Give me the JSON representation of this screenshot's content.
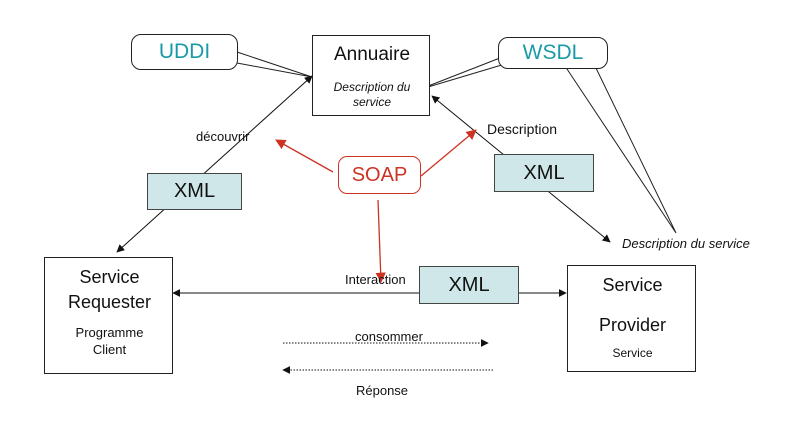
{
  "annuaire": {
    "title": "Annuaire",
    "desc_line1": "Description du",
    "desc_line2": "service"
  },
  "uddi": "UDDI",
  "wsdl": "WSDL",
  "soap": "SOAP",
  "xml": "XML",
  "labels": {
    "decouvrir": "découvrir",
    "description": "Description",
    "description_service": "Description du service",
    "interaction": "Interaction",
    "consommer": "consommer",
    "reponse": "Réponse"
  },
  "requester": {
    "line1": "Service",
    "line2": "Requester",
    "sub1": "Programme",
    "sub2": "Client"
  },
  "provider": {
    "line1": "Service",
    "line2": "Provider",
    "sub": "Service"
  },
  "colors": {
    "soap": "#cc3322",
    "xml_fill": "#cfe7e9",
    "callout_text": "#1a9aa6"
  }
}
